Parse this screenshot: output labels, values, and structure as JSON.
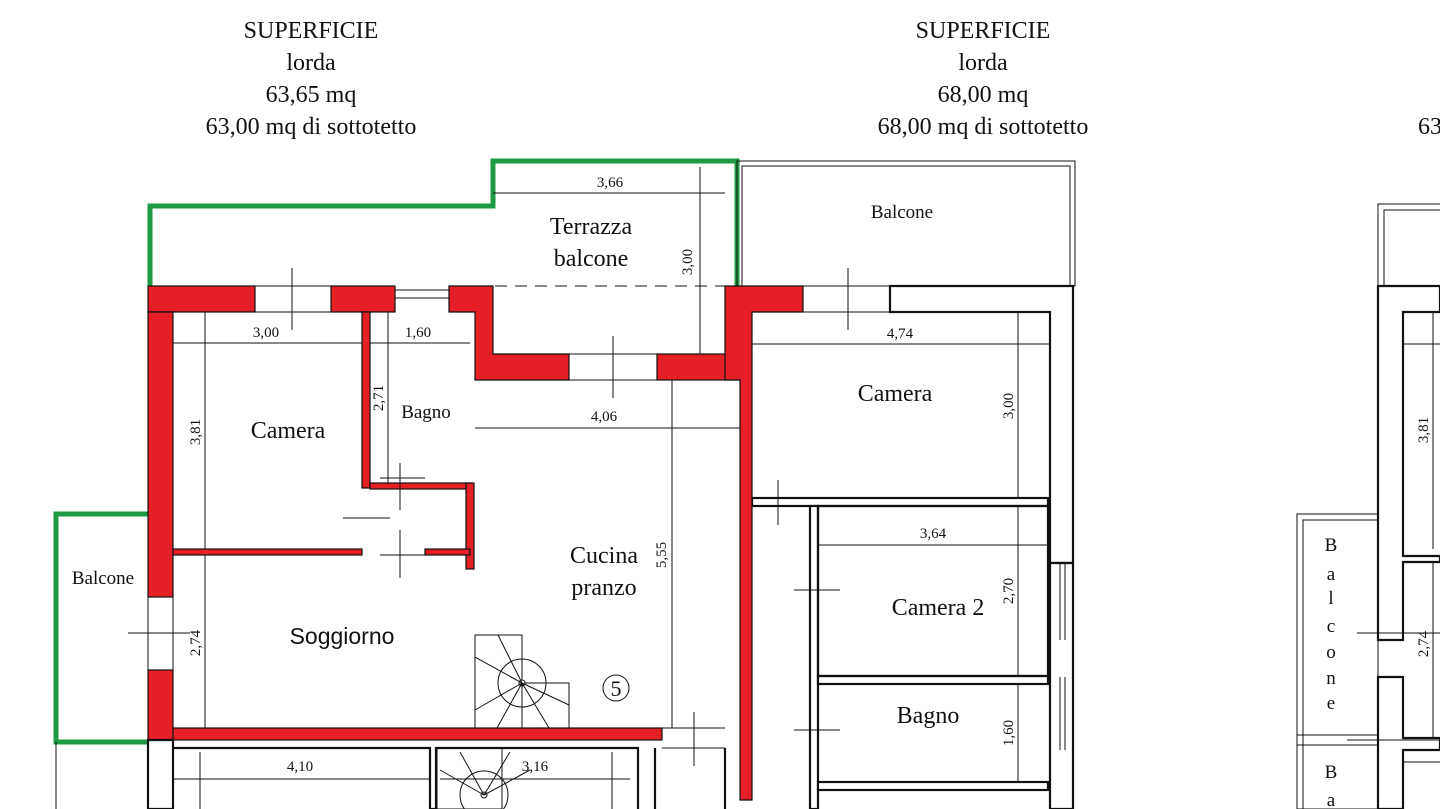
{
  "units": [
    {
      "heading": "SUPERFICIE",
      "sub": "lorda",
      "area": "63,65 mq",
      "attic": "63,00 mq di sottotetto"
    },
    {
      "heading": "SUPERFICIE",
      "sub": "lorda",
      "area": "68,00 mq",
      "attic": "68,00 mq di sottotetto"
    },
    {
      "attic_partial": "63"
    }
  ],
  "rooms": {
    "terrazza_1": "Terrazza",
    "terrazza_2": "balcone",
    "camera_left": "Camera",
    "bagno_left": "Bagno",
    "cucina_1": "Cucina",
    "cucina_2": "pranzo",
    "soggiorno": "Soggiorno",
    "balcone_left": "Balcone",
    "balcone_top_right": "Balcone",
    "camera_right": "Camera",
    "camera2": "Camera 2",
    "bagno_right": "Bagno",
    "balcone_vertical": [
      "B",
      "a",
      "l",
      "c",
      "o",
      "n",
      "e"
    ],
    "balcone_vertical2": [
      "B",
      "a"
    ]
  },
  "marker": "5",
  "dimensions": {
    "d366": "3,66",
    "d300v": "3,00",
    "d300": "3,00",
    "d160": "1,60",
    "d271": "2,71",
    "d381": "3,81",
    "d406": "4,06",
    "d555": "5,55",
    "d274": "2,74",
    "d410": "4,10",
    "d316": "3,16",
    "d474": "4,74",
    "d300r": "3,00",
    "d364": "3,64",
    "d270": "2,70",
    "d160r": "1,60",
    "d381r": "3,81",
    "d274r": "2,74"
  }
}
